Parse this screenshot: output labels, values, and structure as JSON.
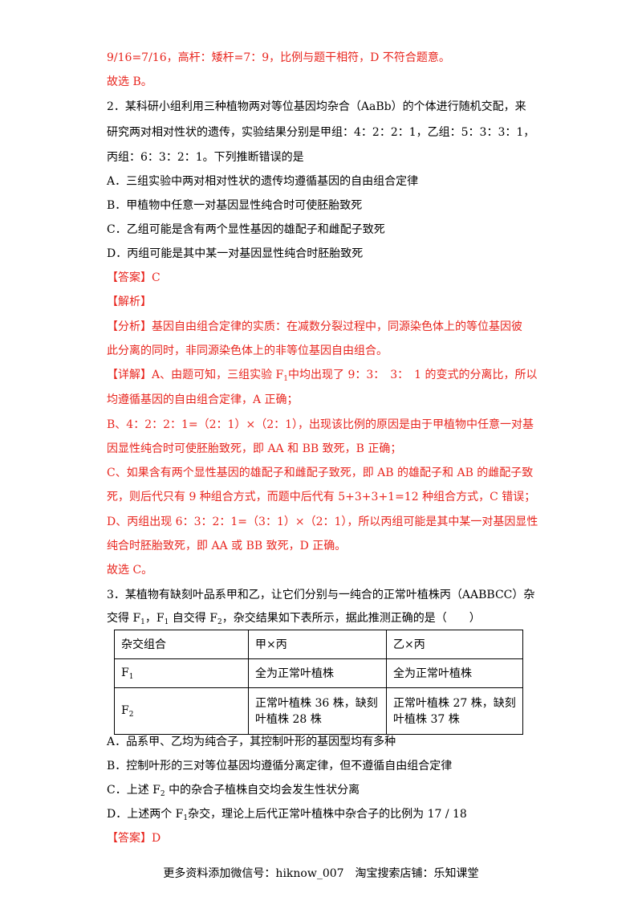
{
  "lines": [
    {
      "text": "9/16=7/16，高杆：矮杆=7：9，比例与题干相符，D 不符合题意。",
      "color": "red"
    },
    {
      "text": "故选 B。",
      "color": "red"
    },
    {
      "text": "2．某科研小组利用三种植物两对等位基因均杂合（AaBb）的个体进行随机交配，来",
      "color": "black"
    },
    {
      "text": "研究两对相对性状的遗传，实验结果分别是甲组：4：2：2：1，乙组：5：3：3：1，",
      "color": "black"
    },
    {
      "text": "丙组：6：3：2：1。下列推断错误的是",
      "color": "black"
    },
    {
      "text": "A．三组实验中两对相对性状的遗传均遵循基因的自由组合定律",
      "color": "black"
    },
    {
      "text": "B．甲植物中任意一对基因显性纯合时可使胚胎致死",
      "color": "black"
    },
    {
      "text": "C．乙组可能是含有两个显性基因的雄配子和雌配子致死",
      "color": "black"
    },
    {
      "text": "D．丙组可能是其中某一对基因显性纯合时胚胎致死",
      "color": "black"
    },
    {
      "text": "【答案】C",
      "color": "red"
    },
    {
      "text": "【解析】",
      "color": "red"
    },
    {
      "text": "【分析】基因自由组合定律的实质：在减数分裂过程中，同源染色体上的等位基因彼",
      "color": "red"
    },
    {
      "text": "此分离的同时，非同源染色体上的非等位基因自由组合。",
      "color": "red"
    }
  ],
  "detail_line": {
    "prefix": "【详解】A、由题可知，三组实验 F",
    "sub": "1",
    "suffix": "中均出现了 9：3：　3：　1 的变式的分离比，所以"
  },
  "lines2": [
    {
      "text": "均遵循基因的自由组合定律，A 正确；",
      "color": "red"
    },
    {
      "text": "B、4：2：2：1=（2：1）×（2：1），出现该比例的原因是由于甲植物中任意一对基",
      "color": "red"
    },
    {
      "text": "因显性纯合时可使胚胎致死，即 AA 和 BB 致死，B 正确；",
      "color": "red"
    },
    {
      "text": "C、如果含有两个显性基因的雄配子和雌配子致死，即 AB 的雄配子和 AB 的雌配子致",
      "color": "red"
    },
    {
      "text": "死，则后代只有 9 种组合方式，而题中后代有 5+3+3+1=12 种组合方式，C 错误；",
      "color": "red"
    },
    {
      "text": "D、丙组出现 6：3：2：1=（3：1）×（2：1），所以丙组可能是其中某一对基因显性",
      "color": "red"
    },
    {
      "text": "纯合时胚胎致死，即 AA 或 BB 致死，D 正确。",
      "color": "red"
    },
    {
      "text": "故选 C。",
      "color": "red"
    },
    {
      "text": "3．某植物有缺刻叶品系甲和乙，让它们分别与一纯合的正常叶植株丙（AABBCC）杂",
      "color": "black"
    }
  ],
  "q3_line2": {
    "a": "交得 F",
    "a_sub": "1",
    "b": "，F",
    "b_sub": "1",
    "c": " 自交得 F",
    "c_sub": "2",
    "d": "，杂交结果如下表所示，据此推测正确的是（　　）"
  },
  "table": {
    "header": [
      "杂交组合",
      "甲×丙",
      "乙×丙"
    ],
    "row1": {
      "label": "F",
      "label_sub": "1",
      "c2": "全为正常叶植株",
      "c3": "全为正常叶植株"
    },
    "row2": {
      "label": "F",
      "label_sub": "2",
      "c2a": "正常叶植株 36 株，缺刻",
      "c2b": "叶植株 28 株",
      "c3a": "正常叶植株 27 株，缺刻",
      "c3b": "叶植株 37 株"
    }
  },
  "options3": [
    "A．品系甲、乙均为纯合子，其控制叶形的基因型均有多种",
    "B．控制叶形的三对等位基因均遵循分离定律，但不遵循自由组合定律"
  ],
  "optC": {
    "a": "C．上述 F",
    "sub": "2",
    "b": " 中的杂合子植株自交均会发生性状分离"
  },
  "optD": {
    "a": "D．上述两个 F",
    "sub": "1",
    "b": "杂交，理论上后代正常叶植株中杂合子的比例为 17 / 18"
  },
  "answer3": "【答案】D",
  "footer": "更多资料添加微信号：hiknow_007　淘宝搜索店铺：乐知课堂",
  "colors": {
    "red": "#e8251e",
    "black": "#000000"
  }
}
